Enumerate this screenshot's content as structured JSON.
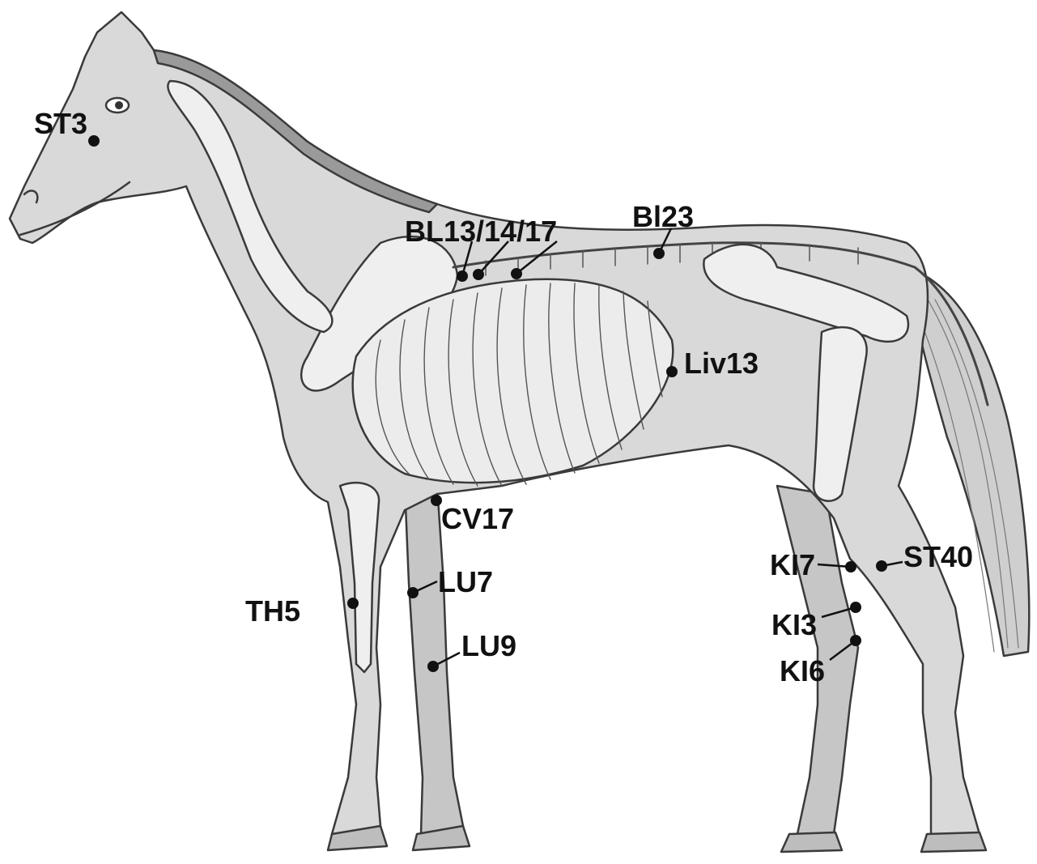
{
  "diagram": {
    "colors": {
      "body_fill": "#d9d9d9",
      "bone_fill": "#efefef",
      "outline": "#3a3a3a",
      "point": "#111111",
      "label": "#111111"
    },
    "points": [
      {
        "id": "st3",
        "label": "ST3"
      },
      {
        "id": "bl13-14-17",
        "label": "BL13/14/17"
      },
      {
        "id": "bl23",
        "label": "Bl23"
      },
      {
        "id": "liv13",
        "label": "Liv13"
      },
      {
        "id": "cv17",
        "label": "CV17"
      },
      {
        "id": "lu7",
        "label": "LU7"
      },
      {
        "id": "th5",
        "label": "TH5"
      },
      {
        "id": "lu9",
        "label": "LU9"
      },
      {
        "id": "ki7",
        "label": "KI7"
      },
      {
        "id": "st40",
        "label": "ST40"
      },
      {
        "id": "ki3",
        "label": "KI3"
      },
      {
        "id": "ki6",
        "label": "KI6"
      }
    ]
  }
}
